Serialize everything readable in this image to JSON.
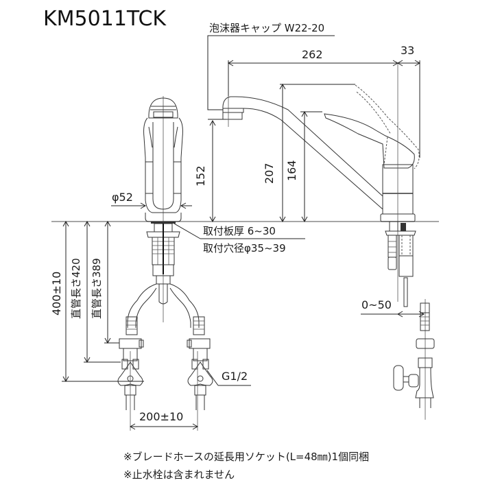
{
  "title": "KM5011TCK",
  "labels": {
    "aerator_cap": "泡沫器キャップ W22-20",
    "dim_262": "262",
    "dim_33": "33",
    "dim_152": "152",
    "dim_207": "207",
    "dim_164": "164",
    "dim_phi52": "φ52",
    "mount_plate_thickness": "取付板厚 6~30",
    "mount_hole_diameter": "取付穴径φ35~39",
    "dim_400": "400±10",
    "straight_pipe_420": "直管長さ420",
    "straight_pipe_389": "直管長さ389",
    "thread_g12": "G1/2",
    "dim_200": "200±10",
    "dim_0_50": "0~50"
  },
  "notes": [
    "※ブレードホースの延長用ソケット(L=48㎜)1個同梱",
    "※止水栓は含まれません"
  ],
  "colors": {
    "line": "#333333",
    "ground": "#888888",
    "text": "#1a1a1a"
  }
}
